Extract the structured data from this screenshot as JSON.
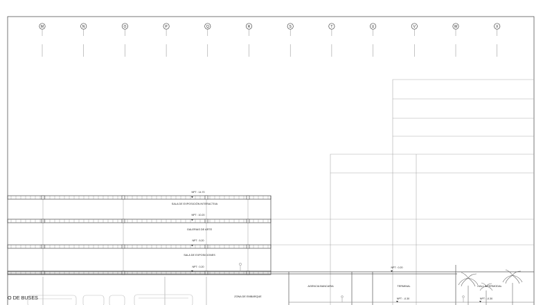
{
  "grid_axes": [
    "M",
    "N",
    "O",
    "P",
    "Q",
    "R",
    "S",
    "T",
    "U",
    "V",
    "W",
    "X"
  ],
  "levels": [
    {
      "npt": "NPT : 14.70",
      "room": "SALA DE EXPOSICIÓN INTERACTIVA"
    },
    {
      "npt": "NPT : 10.20",
      "room": "GALERIAS DE ARTE"
    },
    {
      "npt": "NPT : 5.20",
      "room": "SALA DE EXPOSICIONES"
    },
    {
      "npt": "NPT : 0.20",
      "room": ""
    }
  ],
  "ground_floor": {
    "left_label": "O DE BUSES",
    "zona": "ZONA DE EMBARQUE",
    "agencia": "AGENCIA BANCARIA",
    "terminal": "TERMINAL",
    "hall": "HALL INTERMODAL",
    "npt_terminal_top": "NPT : 0.20",
    "npt_terminal": "NPT : -0.30",
    "npt_hall": "NPT : -0.30"
  },
  "colors": {
    "line": "#555555",
    "light": "#bbbbbb",
    "faint": "#dddddd"
  }
}
